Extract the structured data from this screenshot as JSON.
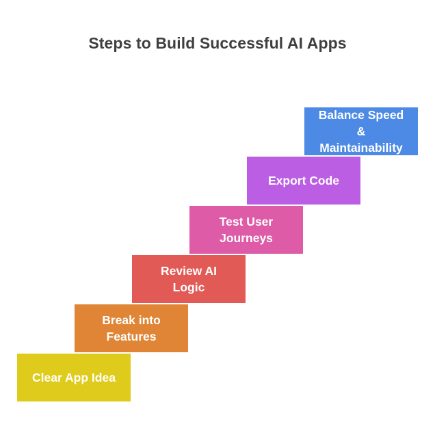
{
  "title": "Steps to Build Successful AI Apps",
  "steps": [
    {
      "label": "Clear App Idea",
      "color": "#dfcb1b"
    },
    {
      "label": "Break into\nFeatures",
      "color": "#df8535"
    },
    {
      "label": "Review AI\nLogic",
      "color": "#e25a56"
    },
    {
      "label": "Test User\nJourneys",
      "color": "#dd5ba7"
    },
    {
      "label": "Export Code",
      "color": "#bb5ee4"
    },
    {
      "label": "Balance Speed\n&\nMaintainability",
      "color": "#4d8ae5"
    }
  ]
}
